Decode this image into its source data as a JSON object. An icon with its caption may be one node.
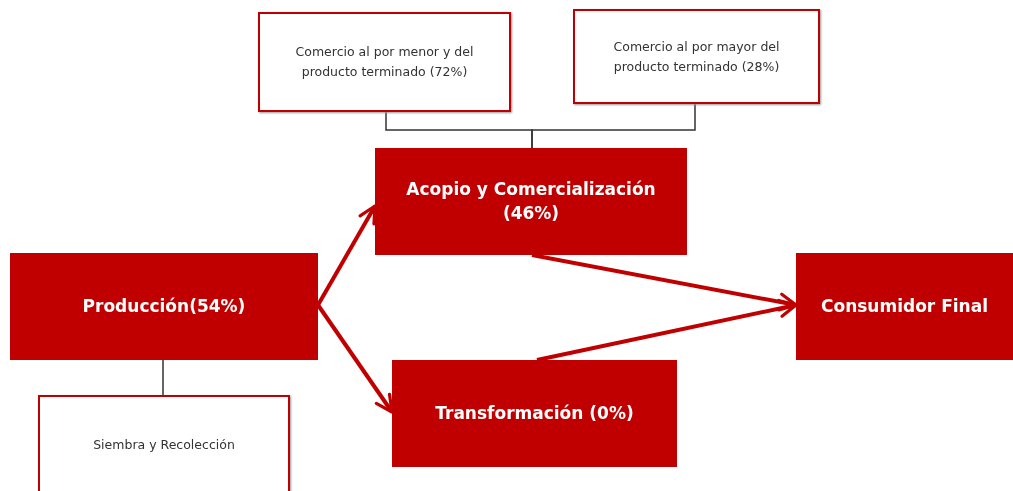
{
  "diagram": {
    "nodes": [
      {
        "text": [
          "Comercio al por menor y del producto terminado  (72%)"
        ]
      },
      {
        "text": [
          "Comercio al por mayor del producto terminado (28%)"
        ]
      },
      {
        "text": [
          "Acopio y Comercialización (46%)"
        ]
      },
      {
        "text": [
          "Producción(54%)"
        ]
      },
      {
        "text": [
          "Consumidor Final"
        ]
      },
      {
        "text": [
          "Transformación (0%)"
        ]
      },
      {
        "text": [
          "Siembra y Recolección"
        ]
      }
    ],
    "edges": [
      {
        "from": 0,
        "to": 2,
        "arrow": "none",
        "color": "#333333"
      },
      {
        "from": 1,
        "to": 2,
        "arrow": "none",
        "color": "#333333"
      },
      {
        "from": 3,
        "to": 2,
        "arrow": "to"
      },
      {
        "from": 3,
        "to": 5,
        "arrow": "to"
      },
      {
        "from": 2,
        "to": 4,
        "arrow": "to"
      },
      {
        "from": 5,
        "to": 4,
        "arrow": "to"
      },
      {
        "from": 3,
        "to": 6,
        "arrow": "none",
        "color": "#333333"
      }
    ]
  }
}
